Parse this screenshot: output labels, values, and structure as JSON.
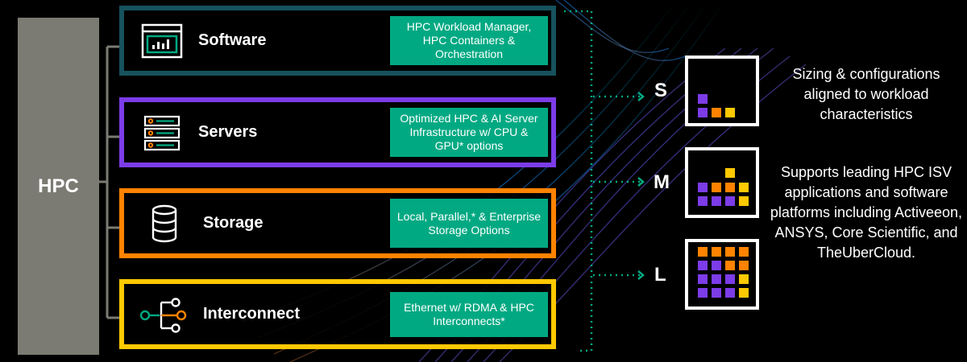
{
  "hpc": {
    "label": "HPC"
  },
  "layers": [
    {
      "title": "Software",
      "icon": "dashboard-chart-icon",
      "description": "HPC Workload Manager, HPC Containers & Orchestration",
      "color": "#16525d"
    },
    {
      "title": "Servers",
      "icon": "server-rack-icon",
      "description": "Optimized HPC & AI Server Infrastructure w/ CPU & GPU* options",
      "color": "#7c3ce8"
    },
    {
      "title": "Storage",
      "icon": "database-icon",
      "description": "Local, Parallel,* & Enterprise Storage Options",
      "color": "#ff8300"
    },
    {
      "title": "Interconnect",
      "icon": "network-branch-icon",
      "description": "Ethernet w/ RDMA & HPC Interconnects*",
      "color": "#fec901"
    }
  ],
  "sizes": [
    {
      "label": "S"
    },
    {
      "label": "M"
    },
    {
      "label": "L"
    }
  ],
  "side_notes": {
    "sizing": "Sizing & configurations aligned to workload characteristics",
    "support": "Supports leading HPC ISV applications and software platforms including Activeeon, ANSYS, Core Scientific, and TheUberCloud."
  },
  "colors": {
    "accent_green": "#01a982",
    "purple": "#7c3ce8",
    "orange": "#ff8300",
    "yellow": "#fec901",
    "gray": "#7b7b73",
    "teal": "#16525d"
  }
}
